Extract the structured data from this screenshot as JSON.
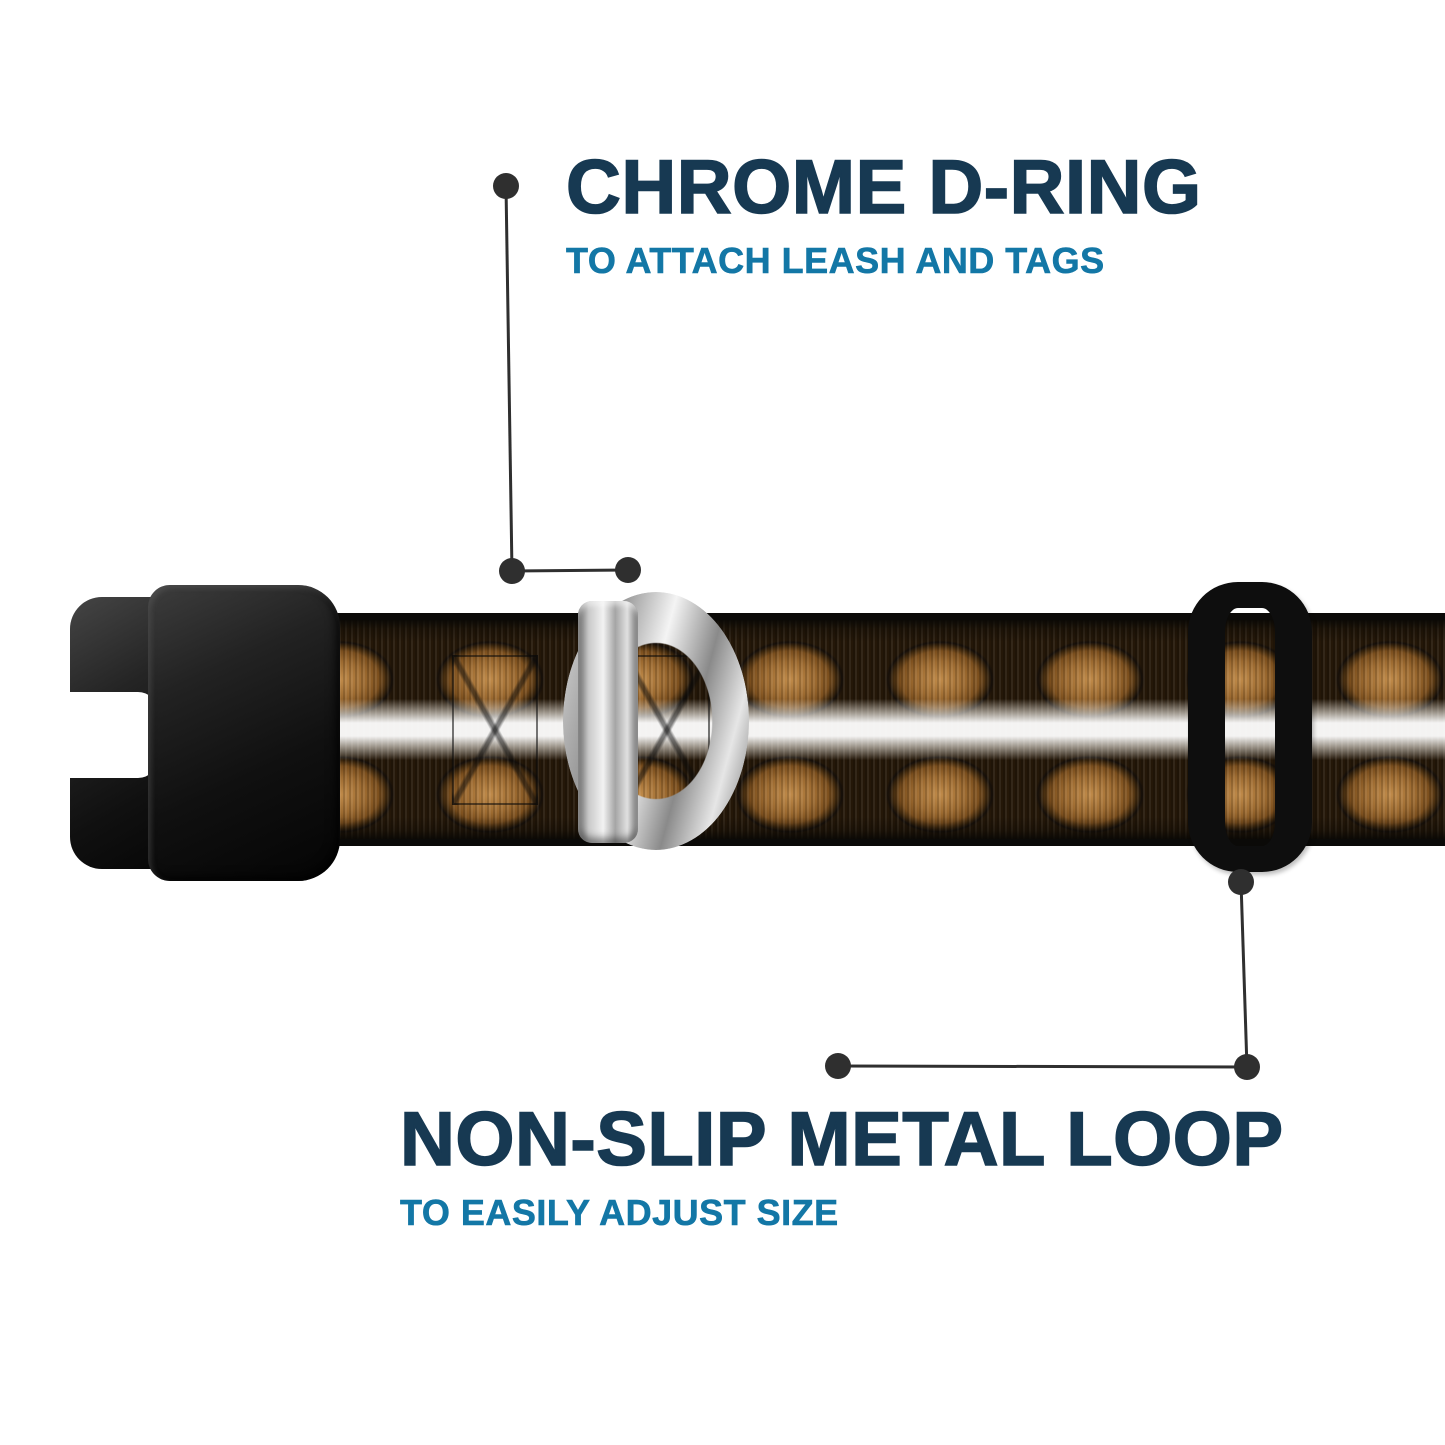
{
  "annotations": {
    "d_ring": {
      "title": "CHROME D-RING",
      "subtitle": "TO ATTACH LEASH AND TAGS"
    },
    "metal_loop": {
      "title": "NON-SLIP METAL LOOP",
      "subtitle": "TO EASILY ADJUST SIZE"
    }
  },
  "colors": {
    "title_navy": "#173952",
    "subtitle_blue": "#1377a6",
    "callout_line": "#2f2f2f",
    "background": "#ffffff"
  },
  "product_parts": {
    "buckle": "black-side-release-buckle",
    "strap": "snakeskin-pattern-collar-strap",
    "d_ring": "chrome-d-ring",
    "slider": "black-metal-loop-slider"
  }
}
